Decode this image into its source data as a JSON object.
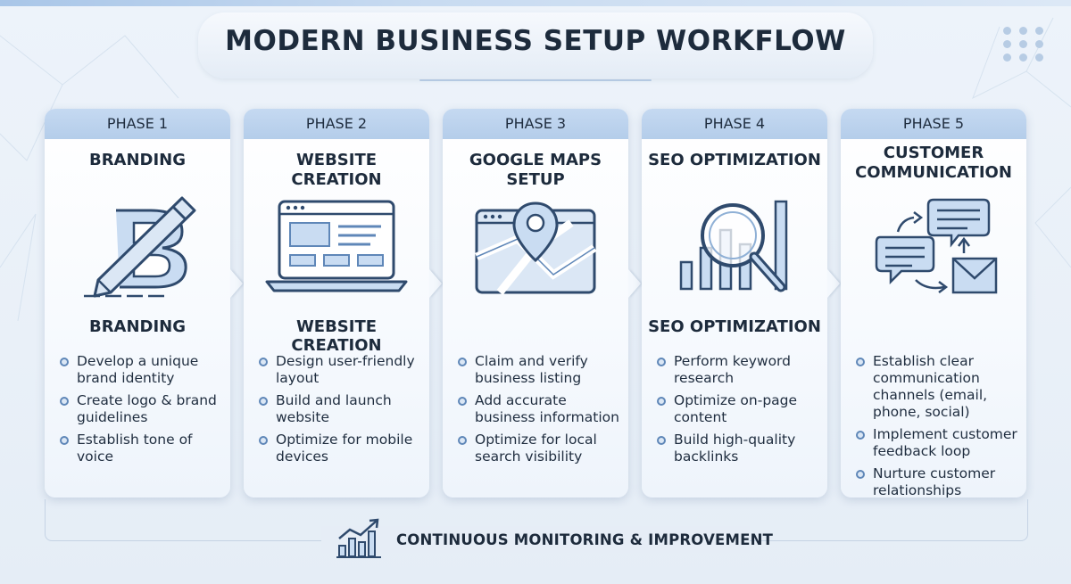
{
  "title": "MODERN BUSINESS SETUP WORKFLOW",
  "phases": [
    {
      "label": "PHASE 1",
      "title": "BRANDING",
      "subtitle": "BRANDING",
      "icon": "brand-pencil-icon",
      "bullets": [
        "Develop a unique brand identity",
        "Create logo & brand guidelines",
        "Establish tone of voice"
      ]
    },
    {
      "label": "PHASE 2",
      "title": "WEBSITE CREATION",
      "subtitle": "WEBSITE CREATION",
      "icon": "laptop-icon",
      "bullets": [
        "Design user-friendly layout",
        "Build and launch website",
        "Optimize for mobile devices"
      ]
    },
    {
      "label": "PHASE 3",
      "title": "GOOGLE MAPS SETUP",
      "subtitle": "",
      "icon": "map-pin-icon",
      "bullets": [
        "Claim and verify business listing",
        "Add accurate business information",
        "Optimize for local search visibility"
      ]
    },
    {
      "label": "PHASE 4",
      "title": "SEO OPTIMIZATION",
      "subtitle": "SEO OPTIMIZATION",
      "icon": "magnifier-chart-icon",
      "bullets": [
        "Perform keyword research",
        "Optimize on-page content",
        "Build high-quality backlinks"
      ]
    },
    {
      "label": "PHASE 5",
      "title": "CUSTOMER COMMUNICATION",
      "subtitle": "",
      "icon": "chat-mail-icon",
      "bullets": [
        "Establish clear communication channels (email, phone, social)",
        "Implement customer feedback loop",
        "Nurture customer relationships"
      ]
    }
  ],
  "footer": {
    "text": "CONTINUOUS MONITORING & IMPROVEMENT",
    "icon": "growth-chart-icon"
  },
  "colors": {
    "accent": "#5f87b8",
    "header": "#b4cdea",
    "icon_fill": "#c9dcf2",
    "text": "#1d2b3c"
  }
}
